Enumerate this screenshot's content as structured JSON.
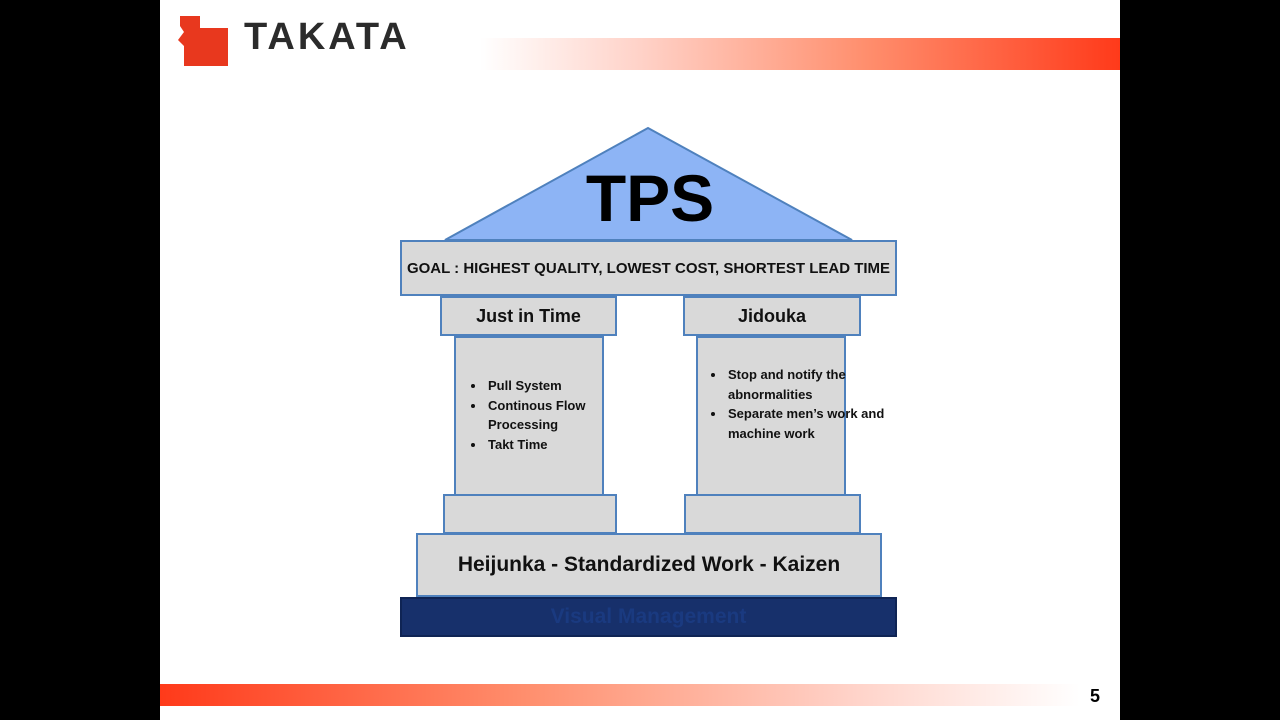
{
  "header": {
    "brand": "TAKATA",
    "brand_color": "#e8381e"
  },
  "diagram": {
    "roof_title": "TPS",
    "goal": "GOAL : HIGHEST QUALITY, LOWEST COST, SHORTEST LEAD TIME",
    "pillars": [
      {
        "title": "Just in Time",
        "items": [
          "Pull System",
          "Continous Flow Processing",
          "Takt Time"
        ]
      },
      {
        "title": "Jidouka",
        "items": [
          "Stop and notify the abnormalities",
          "Separate men’s work and machine work"
        ]
      }
    ],
    "foundation": "Heijunka - Standardized Work - Kaizen",
    "base": "Visual Management",
    "colors": {
      "roof_fill": "#8db4f5",
      "box_fill": "#d9d9d9",
      "outline": "#4f81bd",
      "base_fill": "#17306b"
    }
  },
  "footer": {
    "page_number": "5"
  }
}
